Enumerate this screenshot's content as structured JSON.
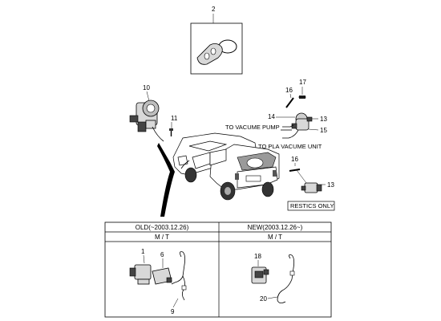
{
  "callouts": {
    "c2": "2",
    "c10": "10",
    "c11": "11",
    "c16a": "16",
    "c17": "17",
    "c14": "14",
    "c13a": "13",
    "c15": "15",
    "c16b": "16",
    "c13b": "13",
    "c1": "1",
    "c6": "6",
    "c9": "9",
    "c18": "18",
    "c20": "20"
  },
  "notes": {
    "vacuum_pump": "TO VACUME PUMP",
    "pla_vacuum": "TO PLA VACUME UNIT",
    "restics_only": "RESTICS ONLY"
  },
  "table": {
    "old_header": "OLD(~2003.12.26)",
    "new_header": "NEW(2003.12.26~)",
    "old_trans": "M / T",
    "new_trans": "M / T"
  }
}
